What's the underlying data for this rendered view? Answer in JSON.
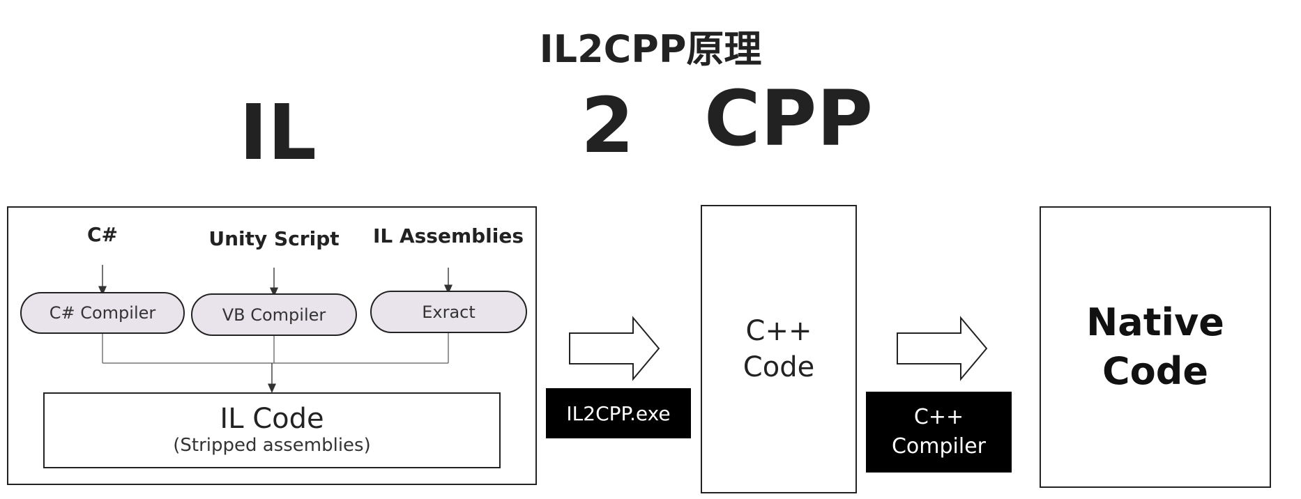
{
  "title": "IL2CPP原理",
  "heading": {
    "il": "IL",
    "two": "2",
    "cpp": "CPP"
  },
  "sources": [
    {
      "name": "C#",
      "compiler": "C# Compiler"
    },
    {
      "name": "Unity Script",
      "compiler": "VB Compiler"
    },
    {
      "name": "IL Assemblies",
      "compiler": "Exract"
    }
  ],
  "il_code": {
    "title": "IL Code",
    "subtitle": "(Stripped assemblies)"
  },
  "step1_label": "IL2CPP.exe",
  "cpp_code": {
    "line1": "C++",
    "line2": "Code"
  },
  "step2_label": {
    "line1": "C++",
    "line2": "Compiler"
  },
  "native_code": {
    "line1": "Native",
    "line2": "Code"
  }
}
